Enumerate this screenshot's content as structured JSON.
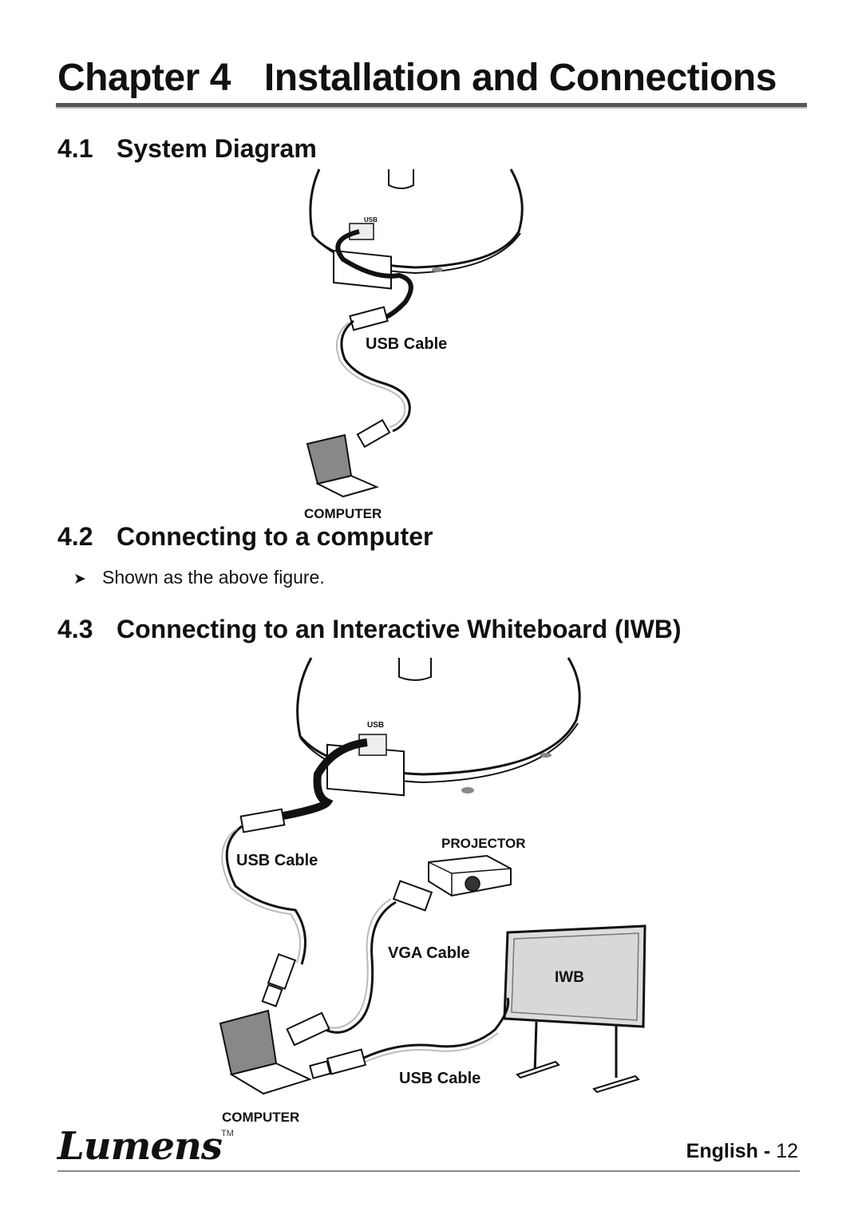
{
  "header": {
    "chapter_label": "Chapter 4",
    "chapter_title": "Installation and Connections"
  },
  "sections": [
    {
      "number": "4.1",
      "title": "System Diagram"
    },
    {
      "number": "4.2",
      "title": "Connecting to a computer"
    },
    {
      "number": "4.3",
      "title": "Connecting to an Interactive Whiteboard (IWB)"
    }
  ],
  "bullet": {
    "icon": "arrow-bullet-icon",
    "text": "Shown as the above figure."
  },
  "diagram1": {
    "port_label": "USB",
    "cable_label": "USB Cable",
    "computer_label": "COMPUTER"
  },
  "diagram2": {
    "port_label": "USB",
    "usb_cable_label": "USB Cable",
    "projector_label": "PROJECTOR",
    "vga_cable_label": "VGA Cable",
    "iwb_label": "IWB",
    "usb_cable_label_2": "USB Cable",
    "computer_label": "COMPUTER"
  },
  "footer": {
    "logo": "Lumens",
    "trademark": "TM",
    "language": "English",
    "separator": "-",
    "page_number": "12"
  }
}
